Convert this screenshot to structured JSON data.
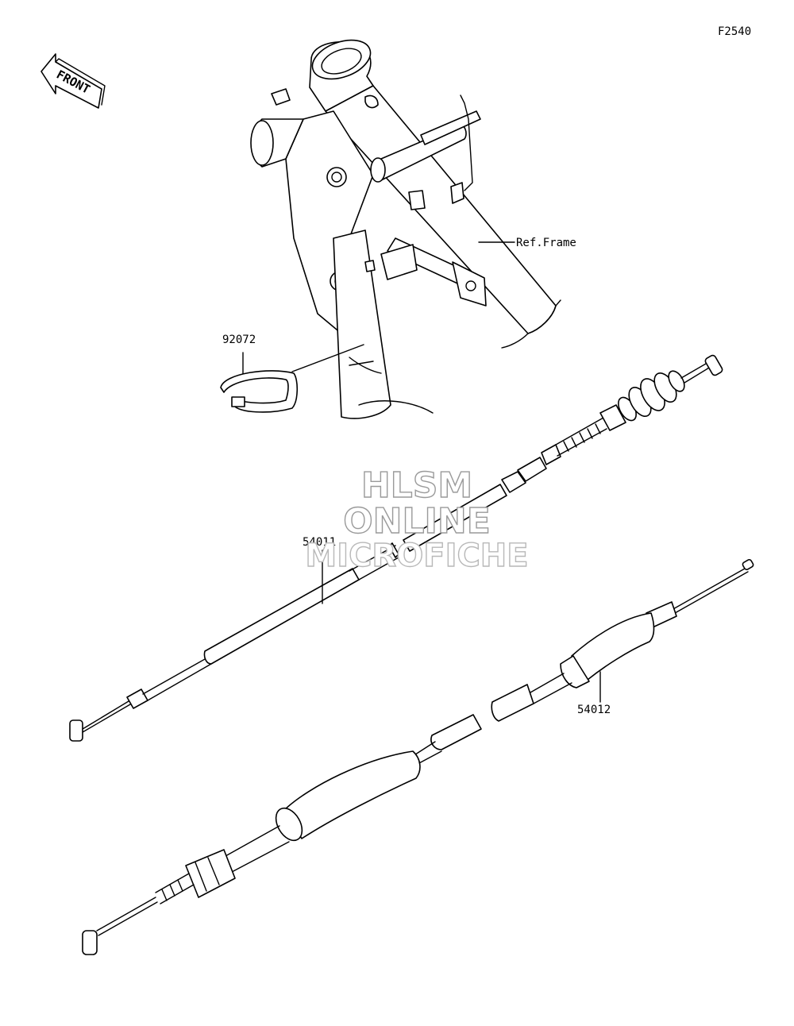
{
  "figure_code": "F2540",
  "front_arrow_text": "FRONT",
  "watermark": [
    "HLSM",
    "ONLINE",
    "MICROFICHE"
  ],
  "callouts": [
    {
      "id": "ref-frame",
      "text": "Ref.Frame"
    },
    {
      "id": "92072",
      "text": "92072"
    },
    {
      "id": "54011",
      "text": "54011"
    },
    {
      "id": "54012",
      "text": "54012"
    }
  ]
}
